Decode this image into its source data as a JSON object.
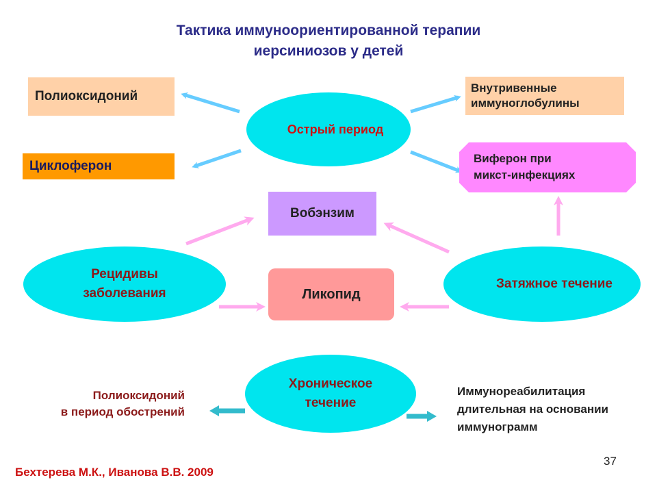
{
  "title": {
    "line1": "Тактика иммуноориентированной терапии",
    "line2": "иерсиниозов у детей"
  },
  "nodes": {
    "acute": "Острый период",
    "polyoxidonium": "Полиоксидоний",
    "cycloferon": "Циклоферон",
    "iv_ig_line1": "Внутривенные",
    "iv_ig_line2": "иммуноглобулины",
    "viferon_line1": "Виферон при",
    "viferon_line2": "микст-инфекциях",
    "wobenzym": "Вобэнзим",
    "relapses_line1": "Рецидивы",
    "relapses_line2": "заболевания",
    "likopid": "Ликопид",
    "protracted": "Затяжное течение",
    "chronic_line1": "Хроническое",
    "chronic_line2": "течение",
    "poly_exac_line1": "Полиоксидоний",
    "poly_exac_line2": "в период обострений",
    "rehab_line1": "Иммунореабилитация",
    "rehab_line2": "длительная на основании",
    "rehab_line3": "иммунограмм"
  },
  "footer": {
    "authors": "Бехтерева М.К., Иванова В.В. 2009",
    "page_number": "37"
  },
  "colors": {
    "title": "#2B2B88",
    "ellipse": "#00E5EE",
    "red_text": "#CC1111",
    "brown_text": "#8B1A1A",
    "peach": "#FFD1A8",
    "orange": "#FF9900",
    "purple": "#CC99FF",
    "pink_box": "#FF9999",
    "magenta": "#FF88FF",
    "arrow_blue": "#66CCFF",
    "arrow_pink": "#FFAAEE",
    "arrow_teal": "#33BBCC"
  }
}
